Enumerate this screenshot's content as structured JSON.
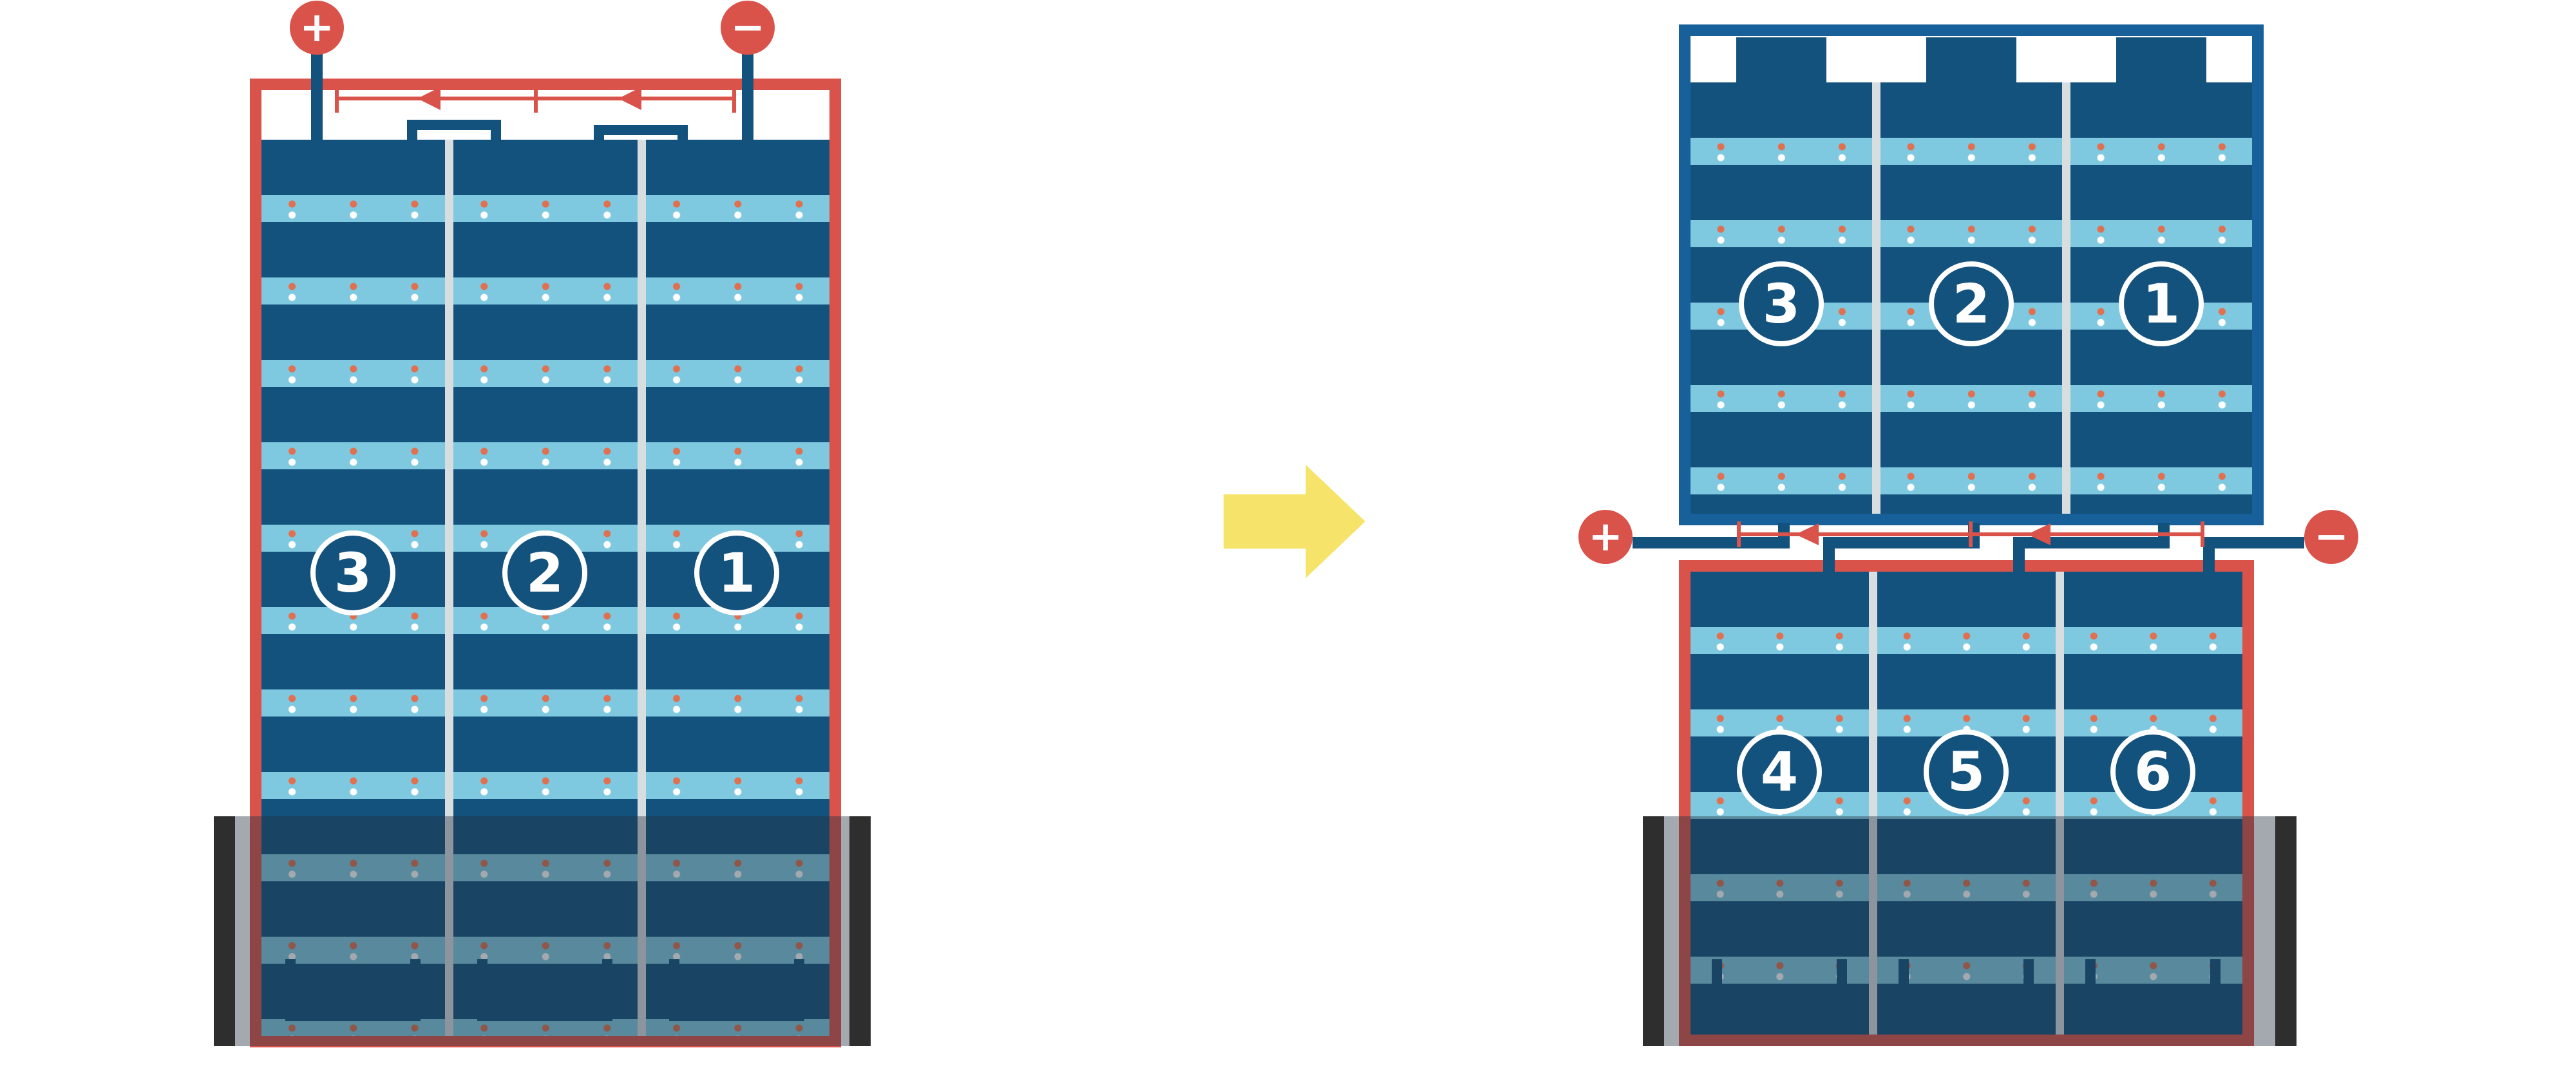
{
  "palette": {
    "red": "#d9534b",
    "navy": "#14527e",
    "navy_border": "#176099",
    "light_blue": "#7fc9e0",
    "separator": "#d8dde0",
    "yellow": "#f6e36a",
    "dark_bar": "#2e2e2e",
    "dot_orange": "#e0704f",
    "dot_white": "#ffffff"
  },
  "left_stack": {
    "positive_label": "+",
    "negative_label": "−",
    "modules": [
      {
        "label": "3"
      },
      {
        "label": "2"
      },
      {
        "label": "1"
      }
    ]
  },
  "right_top_stack": {
    "modules": [
      {
        "label": "3"
      },
      {
        "label": "2"
      },
      {
        "label": "1"
      }
    ]
  },
  "right_bottom_stack": {
    "modules": [
      {
        "label": "4"
      },
      {
        "label": "5"
      },
      {
        "label": "6"
      }
    ]
  },
  "right_terminals": {
    "positive_label": "+",
    "negative_label": "−"
  },
  "flow_arrow": {
    "icon": "right-arrow"
  }
}
